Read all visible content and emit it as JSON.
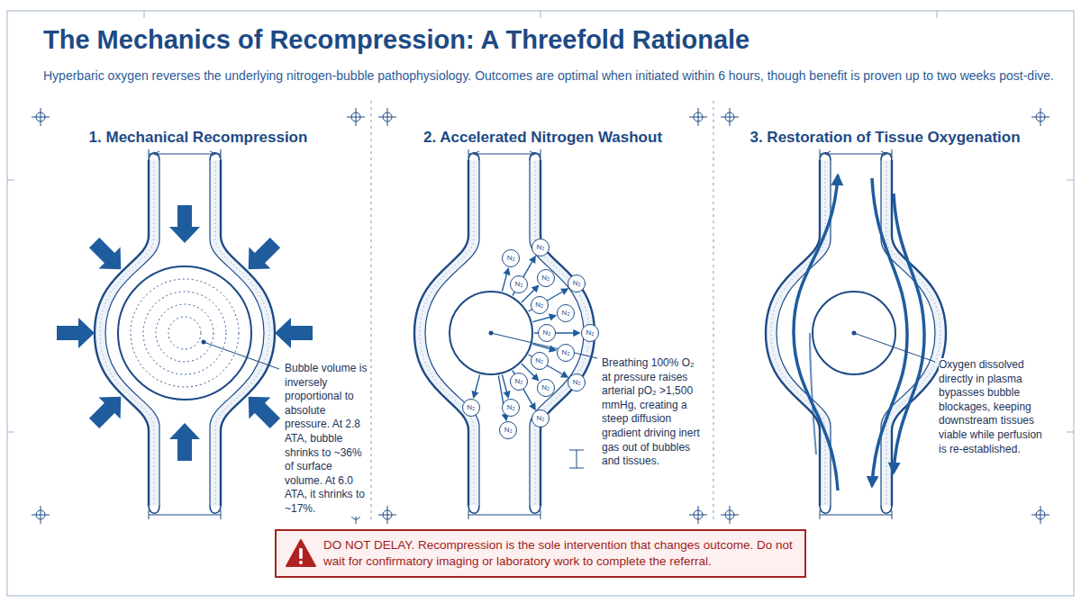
{
  "diagram": {
    "title": "The Mechanics of Recompression: A Threefold Rationale",
    "caption": "Hyperbaric oxygen reverses the underlying nitrogen-bubble pathophysiology. Outcomes are optimal when initiated within 6 hours, though benefit is proven up to two weeks post-dive.",
    "nodes": [
      {
        "text": [
          "1. Mechanical Recompression",
          "Bubble volume is inversely proportional to absolute pressure. At 2.8 ATA, bubble shrinks to ~36% of surface volume. At 6.0 ATA, it shrinks to ~17%."
        ]
      },
      {
        "text": [
          "2. Accelerated Nitrogen Washout",
          "Breathing 100% O₂ at pressure raises arterial pO₂ >1,500 mmHg, creating a steep diffusion gradient driving inert gas out of bubbles and tissues."
        ]
      },
      {
        "text": [
          "N₂"
        ],
        "in": 1
      },
      {
        "text": [
          "N₂"
        ],
        "in": 1
      },
      {
        "text": [
          "N₂"
        ],
        "in": 1
      },
      {
        "text": [
          "N₂"
        ],
        "in": 1
      },
      {
        "text": [
          "N₂"
        ],
        "in": 1
      },
      {
        "text": [
          "N₂"
        ],
        "in": 1
      },
      {
        "text": [
          "N₂"
        ],
        "in": 1
      },
      {
        "text": [
          "N₂"
        ],
        "in": 1
      },
      {
        "text": [
          "N₂"
        ],
        "in": 1
      },
      {
        "text": [
          "N₂"
        ],
        "in": 1
      },
      {
        "text": [
          "N₂"
        ],
        "in": 1
      },
      {
        "text": [
          "N₂"
        ],
        "in": 1
      },
      {
        "text": [
          "N₂"
        ],
        "in": 1
      },
      {
        "text": [
          "N₂"
        ],
        "in": 1
      },
      {
        "text": [
          "N₂"
        ],
        "in": 1
      },
      {
        "text": [
          "N₂"
        ],
        "in": 1
      },
      {
        "text": [
          "N₂"
        ],
        "in": 1
      },
      {
        "text": [
          "N₂"
        ],
        "in": 1
      },
      {
        "text": [
          "3. Restoration of Tissue Oxygenation",
          "Oxygen dissolved directly in plasma bypasses bubble blockages, keeping downstream tissues viable while perfusion is re-established."
        ]
      },
      {
        "text": [
          "DO NOT DELAY. Recompression is the sole intervention that changes outcome. Do not wait for confirmatory imaging or laboratory work to complete the referral."
        ]
      }
    ]
  }
}
